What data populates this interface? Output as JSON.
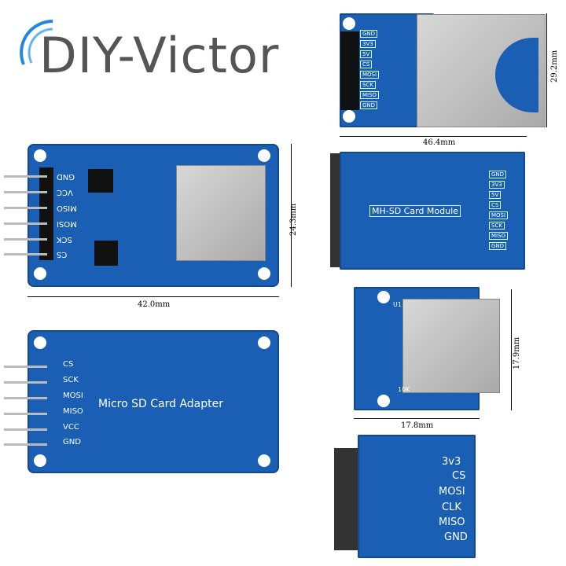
{
  "logo": {
    "text": "DIY-Victor",
    "color": "#555555",
    "accent": "#1e88e5"
  },
  "board_microsd_front": {
    "pins": [
      "GND",
      "VCC",
      "MISO",
      "MOSI",
      "SCK",
      "CS"
    ],
    "width_dim": "42.0mm",
    "height_dim": "24.3mm"
  },
  "board_microsd_back": {
    "title": "Micro SD Card Adapter",
    "pins": [
      "CS",
      "SCK",
      "MOSI",
      "MISO",
      "VCC",
      "GND"
    ]
  },
  "board_sd_front": {
    "pins": [
      "GND",
      "3V3",
      "5V",
      "CS",
      "MOSI",
      "SCK",
      "MISO",
      "GND"
    ],
    "width_dim": "46.4mm",
    "height_dim": "29.2mm"
  },
  "board_sd_back": {
    "title": "MH-SD Card Module",
    "pins": [
      "GND",
      "3V3",
      "5V",
      "CS",
      "MOSI",
      "SCK",
      "MISO",
      "GND"
    ]
  },
  "board_small_front": {
    "chip": "U1",
    "resistor": "10K",
    "width_dim": "17.8mm",
    "height_dim": "17.9mm"
  },
  "board_small_back": {
    "pins": [
      "3v3",
      "CS",
      "MOSI",
      "CLK",
      "MISO",
      "GND"
    ]
  },
  "colors": {
    "pcb": "#1a5fb4"
  }
}
